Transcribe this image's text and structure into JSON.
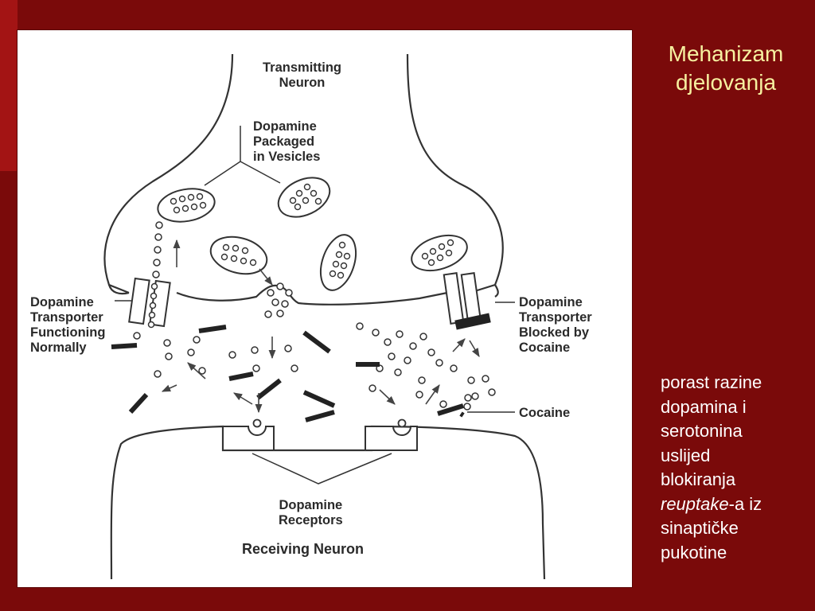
{
  "slide": {
    "title_line1": "Mehanizam",
    "title_line2": "djelovanja",
    "caption": {
      "line1": "porast razine",
      "line2": "dopamina i",
      "line3": "serotonina",
      "line4": "uslijed",
      "line5": "blokiranja",
      "line6_italic": "reuptake",
      "line6_rest": "-a iz",
      "line7": "sinaptičke",
      "line8": "pukotine"
    },
    "colors": {
      "background": "#7a0a0a",
      "accent": "#a31414",
      "title": "#f6f0a0",
      "caption": "#ffffff"
    }
  },
  "diagram": {
    "labels": {
      "transmitting_neuron": [
        "Transmitting",
        "Neuron"
      ],
      "vesicles": [
        "Dopamine",
        "Packaged",
        "in Vesicles"
      ],
      "transporter_normal": [
        "Dopamine",
        "Transporter",
        "Functioning",
        "Normally"
      ],
      "transporter_blocked": [
        "Dopamine",
        "Transporter",
        "Blocked by",
        "Cocaine"
      ],
      "cocaine": "Cocaine",
      "receptors": [
        "Dopamine",
        "Receptors"
      ],
      "receiving_neuron": "Receiving Neuron"
    }
  }
}
